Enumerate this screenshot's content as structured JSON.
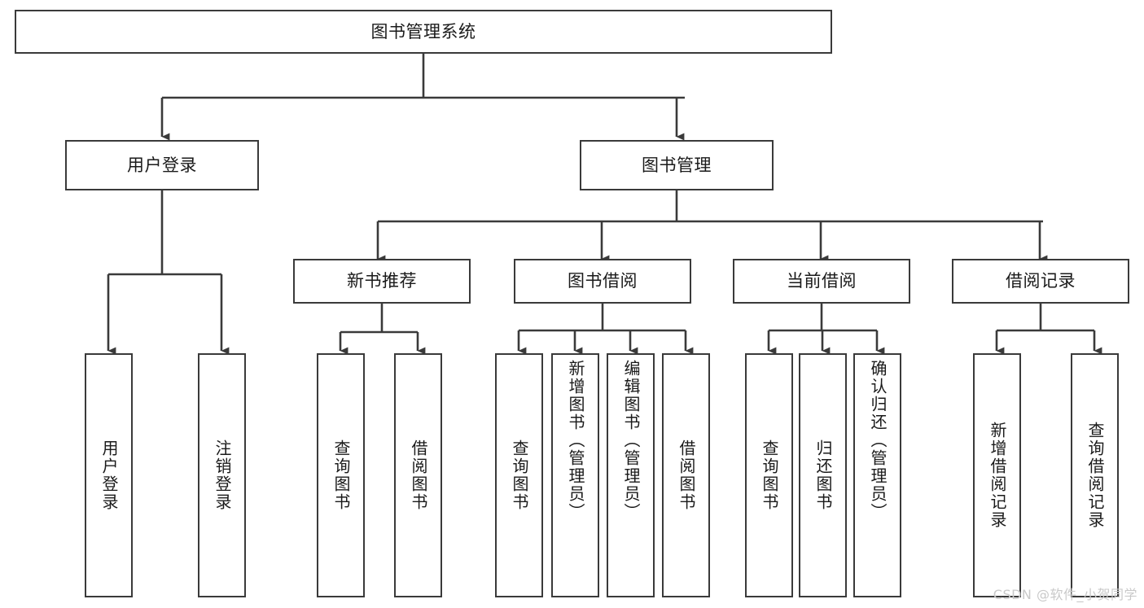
{
  "diagram": {
    "type": "tree-hierarchy",
    "title": "图书管理系统",
    "background_color": "#ffffff",
    "line_color": "#3a3a3a",
    "text_color": "#1a1a1a",
    "root": {
      "label": "图书管理系统"
    },
    "level2": [
      {
        "label": "用户登录"
      },
      {
        "label": "图书管理"
      }
    ],
    "level3": [
      {
        "label": "新书推荐"
      },
      {
        "label": "图书借阅"
      },
      {
        "label": "当前借阅"
      },
      {
        "label": "借阅记录"
      }
    ],
    "leaves_user_login": [
      {
        "label": "用户登录"
      },
      {
        "label": "注销登录"
      }
    ],
    "leaves_new_book": [
      {
        "label": "查询图书"
      },
      {
        "label": "借阅图书"
      }
    ],
    "leaves_borrow": [
      {
        "label": "查询图书"
      },
      {
        "label": "新增图书（管理员）"
      },
      {
        "label": "编辑图书（管理员）"
      },
      {
        "label": "借阅图书"
      }
    ],
    "leaves_current": [
      {
        "label": "查询图书"
      },
      {
        "label": "归还图书"
      },
      {
        "label": "确认归还（管理员）"
      }
    ],
    "leaves_records": [
      {
        "label": "新增借阅记录"
      },
      {
        "label": "查询借阅记录"
      }
    ]
  },
  "watermark": {
    "text": "CSDN @软件_小贺同学"
  }
}
